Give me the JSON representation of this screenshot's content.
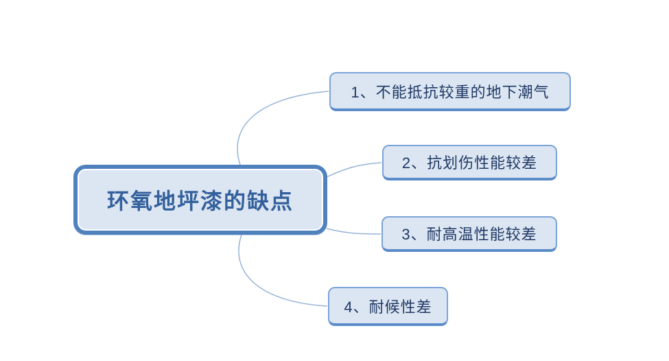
{
  "diagram": {
    "type": "mindmap",
    "root": {
      "label": "环氧地坪漆的缺点"
    },
    "branches": [
      {
        "id": 1,
        "label": "1、不能抵抗较重的地下潮气"
      },
      {
        "id": 2,
        "label": "2、抗划伤性能较差"
      },
      {
        "id": 3,
        "label": "3、耐高温性能较差"
      },
      {
        "id": 4,
        "label": "4、耐候性差"
      }
    ]
  },
  "colors": {
    "background": "#ffffff",
    "root_border": "#4f81bd",
    "root_fill": "#dce6f2",
    "root_text": "#33609c",
    "branch_border": "#7aa3d8",
    "branch_border_dark": "#5b8bc9",
    "branch_fill": "#dce6f2",
    "branch_text": "#1f3864",
    "connector": "#95b3d7"
  }
}
